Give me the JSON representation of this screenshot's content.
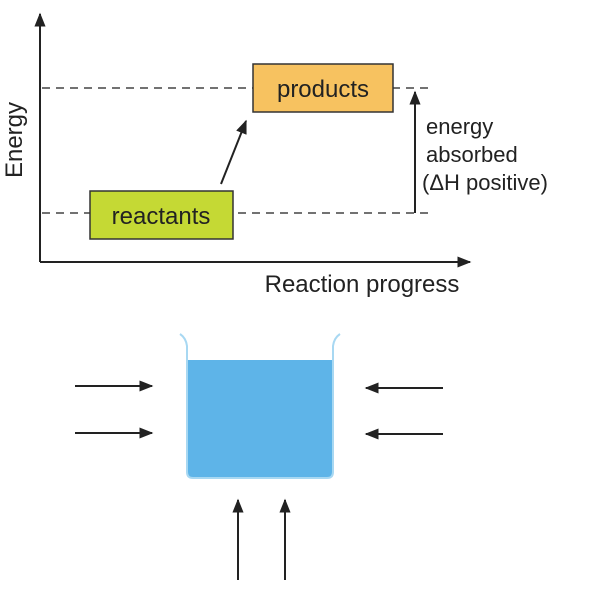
{
  "energy_diagram": {
    "y_axis_label": "Energy",
    "x_axis_label": "Reaction progress",
    "reactants_label": "reactants",
    "products_label": "products",
    "annotation_lines": [
      "energy",
      "absorbed",
      "(ΔH positive)"
    ],
    "colors": {
      "reactants_fill": "#c5d934",
      "products_fill": "#f7c260",
      "box_stroke": "#333333"
    }
  },
  "beaker_scene": {
    "water_color": "#5eb4e8",
    "rim_color": "#a8d8f2",
    "arrow_groups": [
      {
        "side": "left",
        "direction": "right",
        "count": 2
      },
      {
        "side": "right",
        "direction": "left",
        "count": 2
      },
      {
        "side": "bottom",
        "direction": "up",
        "count": 2
      }
    ]
  }
}
